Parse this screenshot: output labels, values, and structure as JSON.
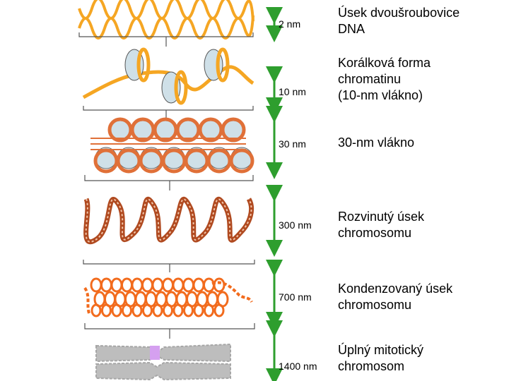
{
  "levels": [
    {
      "scale": "2 nm",
      "description": [
        "Úsek dvoušroubovice",
        "DNA"
      ]
    },
    {
      "scale": "10 nm",
      "description": [
        "Korálková forma",
        "chromatinu",
        "(10-nm vlákno)"
      ]
    },
    {
      "scale": "30 nm",
      "description": [
        "30-nm vlákno"
      ]
    },
    {
      "scale": "300 nm",
      "description": [
        "Rozvinutý úsek",
        "chromosomu"
      ]
    },
    {
      "scale": "700 nm",
      "description": [
        "Kondenzovaný úsek",
        "chromosomu"
      ]
    },
    {
      "scale": "1400 nm",
      "description": [
        "Úplný mitotický",
        "chromosom"
      ]
    }
  ],
  "colors": {
    "dna": "#F5A623",
    "histone_fill": "#CFE0E8",
    "histone_ring": "#E07038",
    "loop_fiber": "#B04A20",
    "condensed": "#F26B1D",
    "chromosome": "#BDBDBD",
    "centromere": "#D5A0F0",
    "arrow": "#2E9E2E",
    "bracket": "#555555"
  }
}
